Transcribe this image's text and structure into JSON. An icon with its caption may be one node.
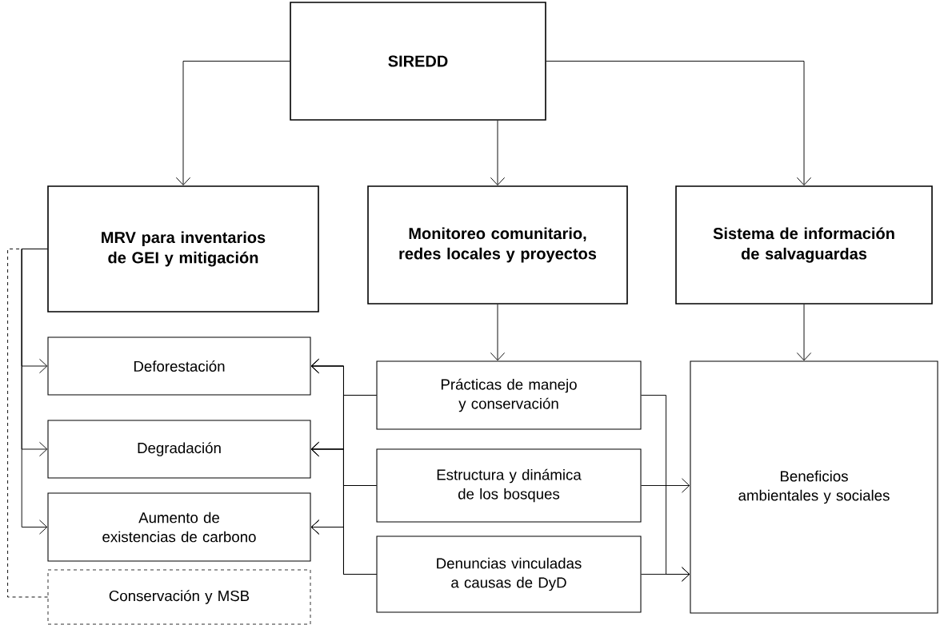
{
  "diagram": {
    "nodes": [
      {
        "text": [
          "SIREDD"
        ]
      },
      {
        "text": [
          "MRV para inventarios de GEI y mitigación"
        ]
      },
      {
        "text": [
          "Monitoreo comunitario, redes locales y proyectos"
        ]
      },
      {
        "text": [
          "Sistema de información de salvaguardas"
        ]
      },
      {
        "text": [
          "Deforestación"
        ]
      },
      {
        "text": [
          "Degradación"
        ]
      },
      {
        "text": [
          "Aumento de existencias de carbono"
        ]
      },
      {
        "text": [
          "Conservación y MSB"
        ]
      },
      {
        "text": [
          "Prácticas de manejo y conservación"
        ]
      },
      {
        "text": [
          "Estructura y dinámica de los bosques"
        ]
      },
      {
        "text": [
          "Denuncias vinculadas a causas de DyD"
        ]
      },
      {
        "text": [
          "Beneficios ambientales y sociales"
        ]
      }
    ],
    "edges": [
      {
        "from": 0,
        "to": 1,
        "arrow": "to"
      },
      {
        "from": 0,
        "to": 2,
        "arrow": "to"
      },
      {
        "from": 0,
        "to": 3,
        "arrow": "to"
      },
      {
        "from": 2,
        "to": 8,
        "arrow": "to"
      },
      {
        "from": 3,
        "to": 11,
        "arrow": "to"
      },
      {
        "from": 1,
        "to": 4,
        "arrow": "to"
      },
      {
        "from": 1,
        "to": 5,
        "arrow": "to"
      },
      {
        "from": 1,
        "to": 6,
        "arrow": "to"
      },
      {
        "from": 7,
        "to": 1,
        "arrow": "none",
        "style": "dashed"
      },
      {
        "from": 8,
        "to": 4,
        "arrow": "to"
      },
      {
        "from": 8,
        "to": 5,
        "arrow": "to"
      },
      {
        "from": 8,
        "to": 6,
        "arrow": "to"
      },
      {
        "from": 9,
        "to": 4,
        "arrow": "to"
      },
      {
        "from": 9,
        "to": 5,
        "arrow": "to"
      },
      {
        "from": 9,
        "to": 6,
        "arrow": "to"
      },
      {
        "from": 10,
        "to": 4,
        "arrow": "to"
      },
      {
        "from": 10,
        "to": 5,
        "arrow": "to"
      },
      {
        "from": 10,
        "to": 6,
        "arrow": "to"
      },
      {
        "from": 8,
        "to": 11,
        "arrow": "to"
      },
      {
        "from": 9,
        "to": 11,
        "arrow": "to"
      },
      {
        "from": 10,
        "to": 11,
        "arrow": "to"
      }
    ]
  }
}
